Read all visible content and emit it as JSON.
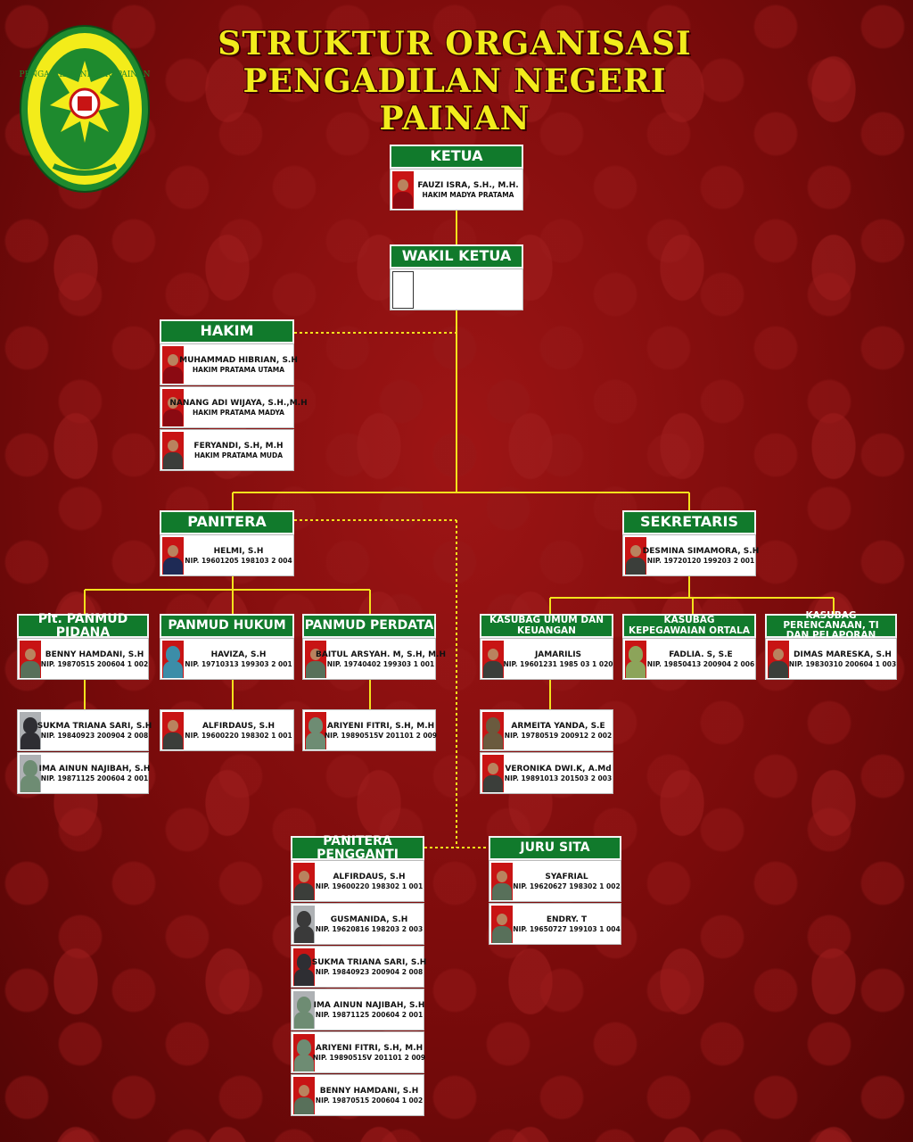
{
  "title": {
    "line1": "STRUKTUR ORGANISASI",
    "line2": "PENGADILAN NEGERI PAINAN"
  },
  "logo": {
    "icon": "court-emblem-icon",
    "text": "PENGADILAN NEGERI PAINAN",
    "colors": {
      "ring": "#1e8a2e",
      "fill": "#f3ec1a"
    }
  },
  "colors": {
    "header": "#117a2c",
    "connector": "#f3e21c",
    "title": "#f2ec1c"
  },
  "ketua": {
    "label": "KETUA",
    "people": [
      {
        "name": "FAUZI ISRA, S.H., M.H.",
        "sub": "HAKIM MADYA PRATAMA"
      }
    ]
  },
  "wakil_ketua": {
    "label": "WAKIL KETUA"
  },
  "hakim": {
    "label": "HAKIM",
    "people": [
      {
        "name": "MUHAMMAD HIBRIAN, S.H",
        "sub": "HAKIM PRATAMA UTAMA"
      },
      {
        "name": "NANANG ADI WIJAYA, S.H.,M.H",
        "sub": "HAKIM PRATAMA MADYA"
      },
      {
        "name": "FERYANDI, S.H, M.H",
        "sub": "HAKIM PRATAMA MUDA"
      }
    ]
  },
  "panitera": {
    "label": "PANITERA",
    "people": [
      {
        "name": "HELMI, S.H",
        "sub": "NIP. 19601205 198103 2 004"
      }
    ]
  },
  "sekretaris": {
    "label": "SEKRETARIS",
    "people": [
      {
        "name": "DESMINA SIMAMORA, S.H",
        "sub": "NIP. 19720120 199203 2 001"
      }
    ]
  },
  "pidana": {
    "label": "Plt. PANMUD PIDANA",
    "people": [
      {
        "name": "BENNY HAMDANI, S.H",
        "sub": "NIP. 19870515 200604 1 002"
      }
    ],
    "staff": [
      {
        "name": "SUKMA TRIANA SARI, S.H",
        "sub": "NIP. 19840923 200904 2 008"
      },
      {
        "name": "IMA AINUN NAJIBAH, S.H",
        "sub": "NIP. 19871125 200604 2 001"
      }
    ]
  },
  "hukum": {
    "label": "PANMUD HUKUM",
    "people": [
      {
        "name": "HAVIZA, S.H",
        "sub": "NIP. 19710313 199303 2 001"
      }
    ],
    "staff": [
      {
        "name": "ALFIRDAUS, S.H",
        "sub": "NIP. 19600220 198302 1 001"
      }
    ]
  },
  "perdata": {
    "label": "PANMUD PERDATA",
    "people": [
      {
        "name": "BAITUL ARSYAH. M, S.H, M.H",
        "sub": "NIP. 19740402 199303 1 001"
      }
    ],
    "staff": [
      {
        "name": "ARIYENI FITRI, S.H, M.H",
        "sub": "NIP. 19890515V 201101 2 009"
      }
    ]
  },
  "umum": {
    "label": "KASUBAG UMUM DAN KEUANGAN",
    "people": [
      {
        "name": "JAMARILIS",
        "sub": "NIP. 19601231 1985 03 1 020"
      }
    ],
    "staff": [
      {
        "name": "ARMEITA YANDA, S.E",
        "sub": "NIP. 19780519 200912 2 002"
      },
      {
        "name": "VERONIKA DWI.K, A.Md",
        "sub": "NIP. 19891013 201503 2 003"
      }
    ]
  },
  "kepegawaian": {
    "label": "KASUBAG KEPEGAWAIAN ORTALA",
    "people": [
      {
        "name": "FADLIA. S, S.E",
        "sub": "NIP. 19850413 200904 2 006"
      }
    ]
  },
  "perencanaan": {
    "label": "KASUBAG PERENCANAAN, TI DAN PELAPORAN",
    "people": [
      {
        "name": "DIMAS MARESKA, S.H",
        "sub": "NIP. 19830310 200604 1 003"
      }
    ]
  },
  "pengganti": {
    "label": "PANITERA PENGGANTI",
    "people": [
      {
        "name": "ALFIRDAUS, S.H",
        "sub": "NIP. 19600220 198302 1 001"
      },
      {
        "name": "GUSMANIDA, S.H",
        "sub": "NIP. 19620816 198203 2 003"
      },
      {
        "name": "SUKMA TRIANA SARI, S.H",
        "sub": "NIP. 19840923 200904 2 008"
      },
      {
        "name": "IMA AINUN NAJIBAH, S.H",
        "sub": "NIP. 19871125 200604 2 001"
      },
      {
        "name": "ARIYENI FITRI, S.H, M.H",
        "sub": "NIP. 19890515V 201101 2 009"
      },
      {
        "name": "BENNY HAMDANI, S.H",
        "sub": "NIP. 19870515 200604 1 002"
      }
    ]
  },
  "jurusita": {
    "label": "JURU SITA",
    "people": [
      {
        "name": "SYAFRIAL",
        "sub": "NIP. 19620627 198302 1 002"
      },
      {
        "name": "ENDRY. T",
        "sub": "NIP. 19650727 199103 1 004"
      }
    ]
  }
}
